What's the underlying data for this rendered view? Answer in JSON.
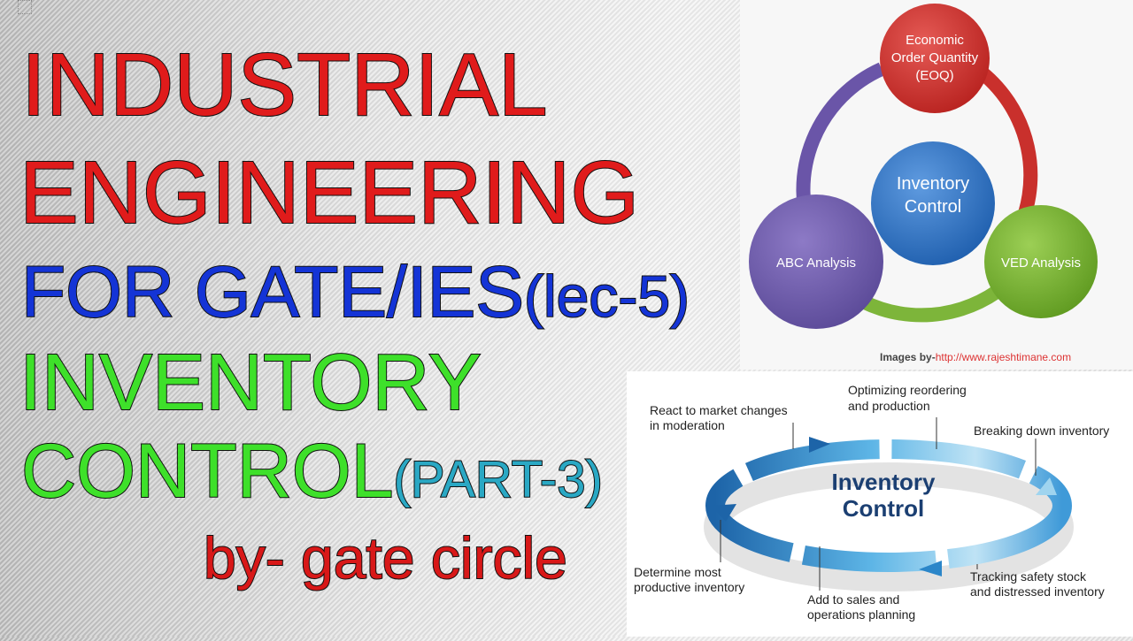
{
  "title": {
    "line1": "INDUSTRIAL",
    "line2": "ENGINEERING",
    "line3_main": "FOR GATE/IES",
    "line3_suffix": "(lec-5)",
    "line4": "INVENTORY",
    "line5_main": "CONTROL",
    "line5_suffix": "(PART-3)",
    "byline": "by- gate circle"
  },
  "diagram_top": {
    "center": [
      "Inventory",
      "Control"
    ],
    "nodes": {
      "top": [
        "Economic",
        "Order Quantity",
        "(EOQ)"
      ],
      "left": "ABC Analysis",
      "right": "VED Analysis"
    },
    "credit_prefix": "Images by-",
    "credit_url": "http://www.rajeshtimane.com"
  },
  "diagram_bottom": {
    "center": [
      "Inventory",
      "Control"
    ],
    "labels": {
      "react": [
        "React to market changes",
        "in moderation"
      ],
      "optimize": [
        "Optimizing reordering",
        "and production"
      ],
      "breaking": "Breaking down inventory",
      "tracking": [
        "Tracking safety stock",
        "and distressed inventory"
      ],
      "sales": [
        "Add to sales and",
        "operations planning"
      ],
      "determine": [
        "Determine most",
        "productive inventory"
      ]
    }
  },
  "colors": {
    "red": "#e01b1b",
    "blue": "#1434d6",
    "green": "#3ee02a",
    "teal": "#2aa8c4",
    "byline_red": "#d81818"
  }
}
